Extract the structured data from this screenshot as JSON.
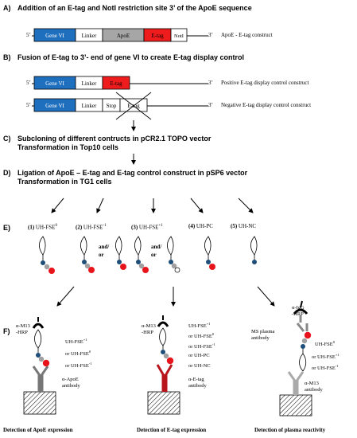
{
  "sections": {
    "a": {
      "letter": "A)",
      "title": "Addition of an E-tag and NotI restriction site 3’ of the ApoE sequence"
    },
    "b": {
      "letter": "B)",
      "title": "Fusion of E-tag to 3’- end of gene VI to create E-tag display control"
    },
    "c": {
      "letter": "C)",
      "line1": "Subcloning of different contructs in pCR2.1 TOPO vector",
      "line2": "Transformation in Top10 cells"
    },
    "d": {
      "letter": "D)",
      "line1": "Ligation of ApoE – E-tag and E-tag control construct in pSP6 vector",
      "line2": "Transformation in TG1 cells"
    },
    "e": {
      "letter": "E)"
    },
    "f": {
      "letter": "F)"
    }
  },
  "constructs": {
    "apoe": {
      "prime5": "5’",
      "prime3": "3’",
      "gene": "Gene VI",
      "linker": "Linker",
      "apoe": "ApoE",
      "etag": "E-tag",
      "noti": "NotI",
      "label": "ApoE - E-tag construct"
    },
    "positive": {
      "prime5": "5’",
      "prime3": "3’",
      "gene": "Gene VI",
      "linker": "Linker",
      "etag": "E-tag",
      "label": "Positive E-tag display control construct"
    },
    "negative": {
      "prime5": "5’",
      "prime3": "3’",
      "gene": "Gene VI",
      "linker": "Linker",
      "stop": "Stop",
      "etag": "E-tag",
      "label": "Negative E-tag display control construct"
    }
  },
  "phages": [
    {
      "num": "(1)",
      "name": "UH-FSE",
      "sup": "0"
    },
    {
      "num": "(2)",
      "name": "UH-FSE",
      "sup": "-1"
    },
    {
      "num": "(3)",
      "name": "UH-FSE",
      "sup": "+1"
    },
    {
      "num": "(4)",
      "name": "UH-PC",
      "sup": ""
    },
    {
      "num": "(5)",
      "name": "UH-NC",
      "sup": ""
    }
  ],
  "andor": [
    "and/",
    "or"
  ],
  "panels": {
    "apoe": {
      "secondary": [
        "α-M13",
        "-HRP"
      ],
      "targets": [
        {
          "pre": "",
          "name": "UH-FSE",
          "sup": "+1"
        },
        {
          "pre": "or ",
          "name": "UH-FSE",
          "sup": "0"
        },
        {
          "pre": "or ",
          "name": "UH-FSE",
          "sup": "-1"
        }
      ],
      "capture": [
        "α-ApoE",
        "antibody"
      ],
      "caption": "Detection of ApoE expression"
    },
    "etag": {
      "secondary": [
        "α-M13",
        "-HRP"
      ],
      "targets": [
        {
          "pre": "",
          "name": "UH-FSE",
          "sup": "+1"
        },
        {
          "pre": "or ",
          "name": "UH-FSE",
          "sup": "0"
        },
        {
          "pre": "or ",
          "name": "UH-FSE",
          "sup": "-1"
        },
        {
          "pre": "or ",
          "name": "UH-PC",
          "sup": ""
        },
        {
          "pre": "or ",
          "name": "UH-NC",
          "sup": ""
        }
      ],
      "capture": [
        "α-E-tag",
        "antibody"
      ],
      "caption": "Detection of E-tag expression"
    },
    "plasma": {
      "secondary": [
        "α-IgG",
        "-HRP"
      ],
      "plasma_ab": [
        "MS plasma",
        "antibody"
      ],
      "targets": [
        {
          "pre": "",
          "name": "UH-FSE",
          "sup": "0"
        },
        {
          "pre": "or ",
          "name": "UH-FSE",
          "sup": "+1"
        },
        {
          "pre": "or ",
          "name": "UH-FSE",
          "sup": "-1"
        }
      ],
      "capture": [
        "α-M13",
        "antibody"
      ],
      "caption": "Detection of plasma reactivity"
    }
  },
  "colors": {
    "gene": "#1f6fbf",
    "apoe": "#a6a6a6",
    "etag": "#ee1c1c",
    "dot_blue": "#1f4e79",
    "dot_gray": "#a0a0a0",
    "dot_red": "#e8141b",
    "capture_red": "#b8141b"
  }
}
